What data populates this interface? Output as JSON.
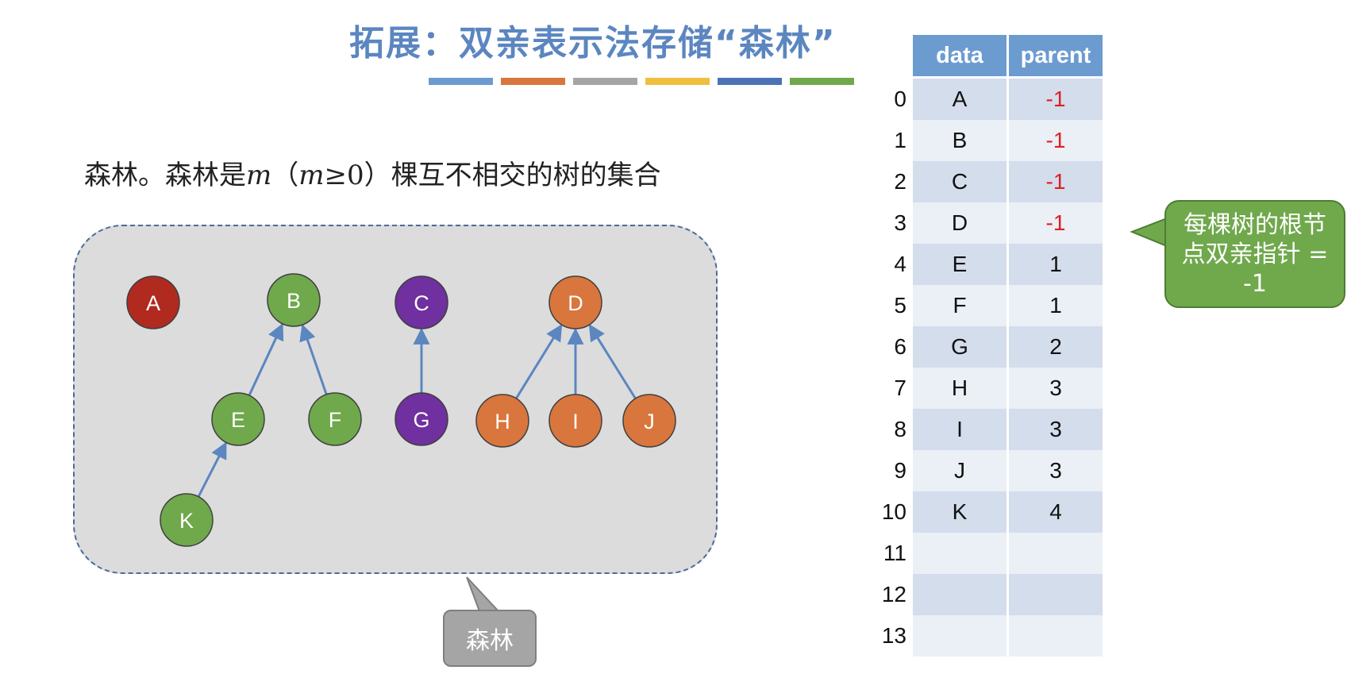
{
  "title": "拓展：双亲表示法存储“森林”",
  "colorbar": [
    "#6c9bd0",
    "#d9763d",
    "#a5a5a5",
    "#f0bf3e",
    "#4a73b6",
    "#70a84c"
  ],
  "description": {
    "prefix": "森林。森林是",
    "m1": "m",
    "paren_open": "（",
    "m2": "m",
    "cond": "≥0",
    "paren_close": "）",
    "suffix": "棵互不相交的树的集合"
  },
  "forest_label": "森林",
  "nodes": [
    {
      "label": "A",
      "color": "#b02a1f"
    },
    {
      "label": "B",
      "color": "#70a84c"
    },
    {
      "label": "C",
      "color": "#7030a0"
    },
    {
      "label": "D",
      "color": "#d9763d"
    },
    {
      "label": "E",
      "color": "#70a84c"
    },
    {
      "label": "F",
      "color": "#70a84c"
    },
    {
      "label": "G",
      "color": "#7030a0"
    },
    {
      "label": "H",
      "color": "#d9763d"
    },
    {
      "label": "I",
      "color": "#d9763d"
    },
    {
      "label": "J",
      "color": "#d9763d"
    },
    {
      "label": "K",
      "color": "#70a84c"
    }
  ],
  "edges": [
    [
      "E",
      "B"
    ],
    [
      "F",
      "B"
    ],
    [
      "K",
      "E"
    ],
    [
      "G",
      "C"
    ],
    [
      "H",
      "D"
    ],
    [
      "I",
      "D"
    ],
    [
      "J",
      "D"
    ]
  ],
  "table": {
    "headers": {
      "data": "data",
      "parent": "parent"
    },
    "rows": [
      {
        "index": "0",
        "data": "A",
        "parent": "-1"
      },
      {
        "index": "1",
        "data": "B",
        "parent": "-1"
      },
      {
        "index": "2",
        "data": "C",
        "parent": "-1"
      },
      {
        "index": "3",
        "data": "D",
        "parent": "-1"
      },
      {
        "index": "4",
        "data": "E",
        "parent": "1"
      },
      {
        "index": "5",
        "data": "F",
        "parent": "1"
      },
      {
        "index": "6",
        "data": "G",
        "parent": "2"
      },
      {
        "index": "7",
        "data": "H",
        "parent": "3"
      },
      {
        "index": "8",
        "data": "I",
        "parent": "3"
      },
      {
        "index": "9",
        "data": "J",
        "parent": "3"
      },
      {
        "index": "10",
        "data": "K",
        "parent": "4"
      },
      {
        "index": "11",
        "data": "",
        "parent": ""
      },
      {
        "index": "12",
        "data": "",
        "parent": ""
      },
      {
        "index": "13",
        "data": "",
        "parent": ""
      }
    ]
  },
  "root_callout": "每棵树的根节点双亲指针 = -1"
}
